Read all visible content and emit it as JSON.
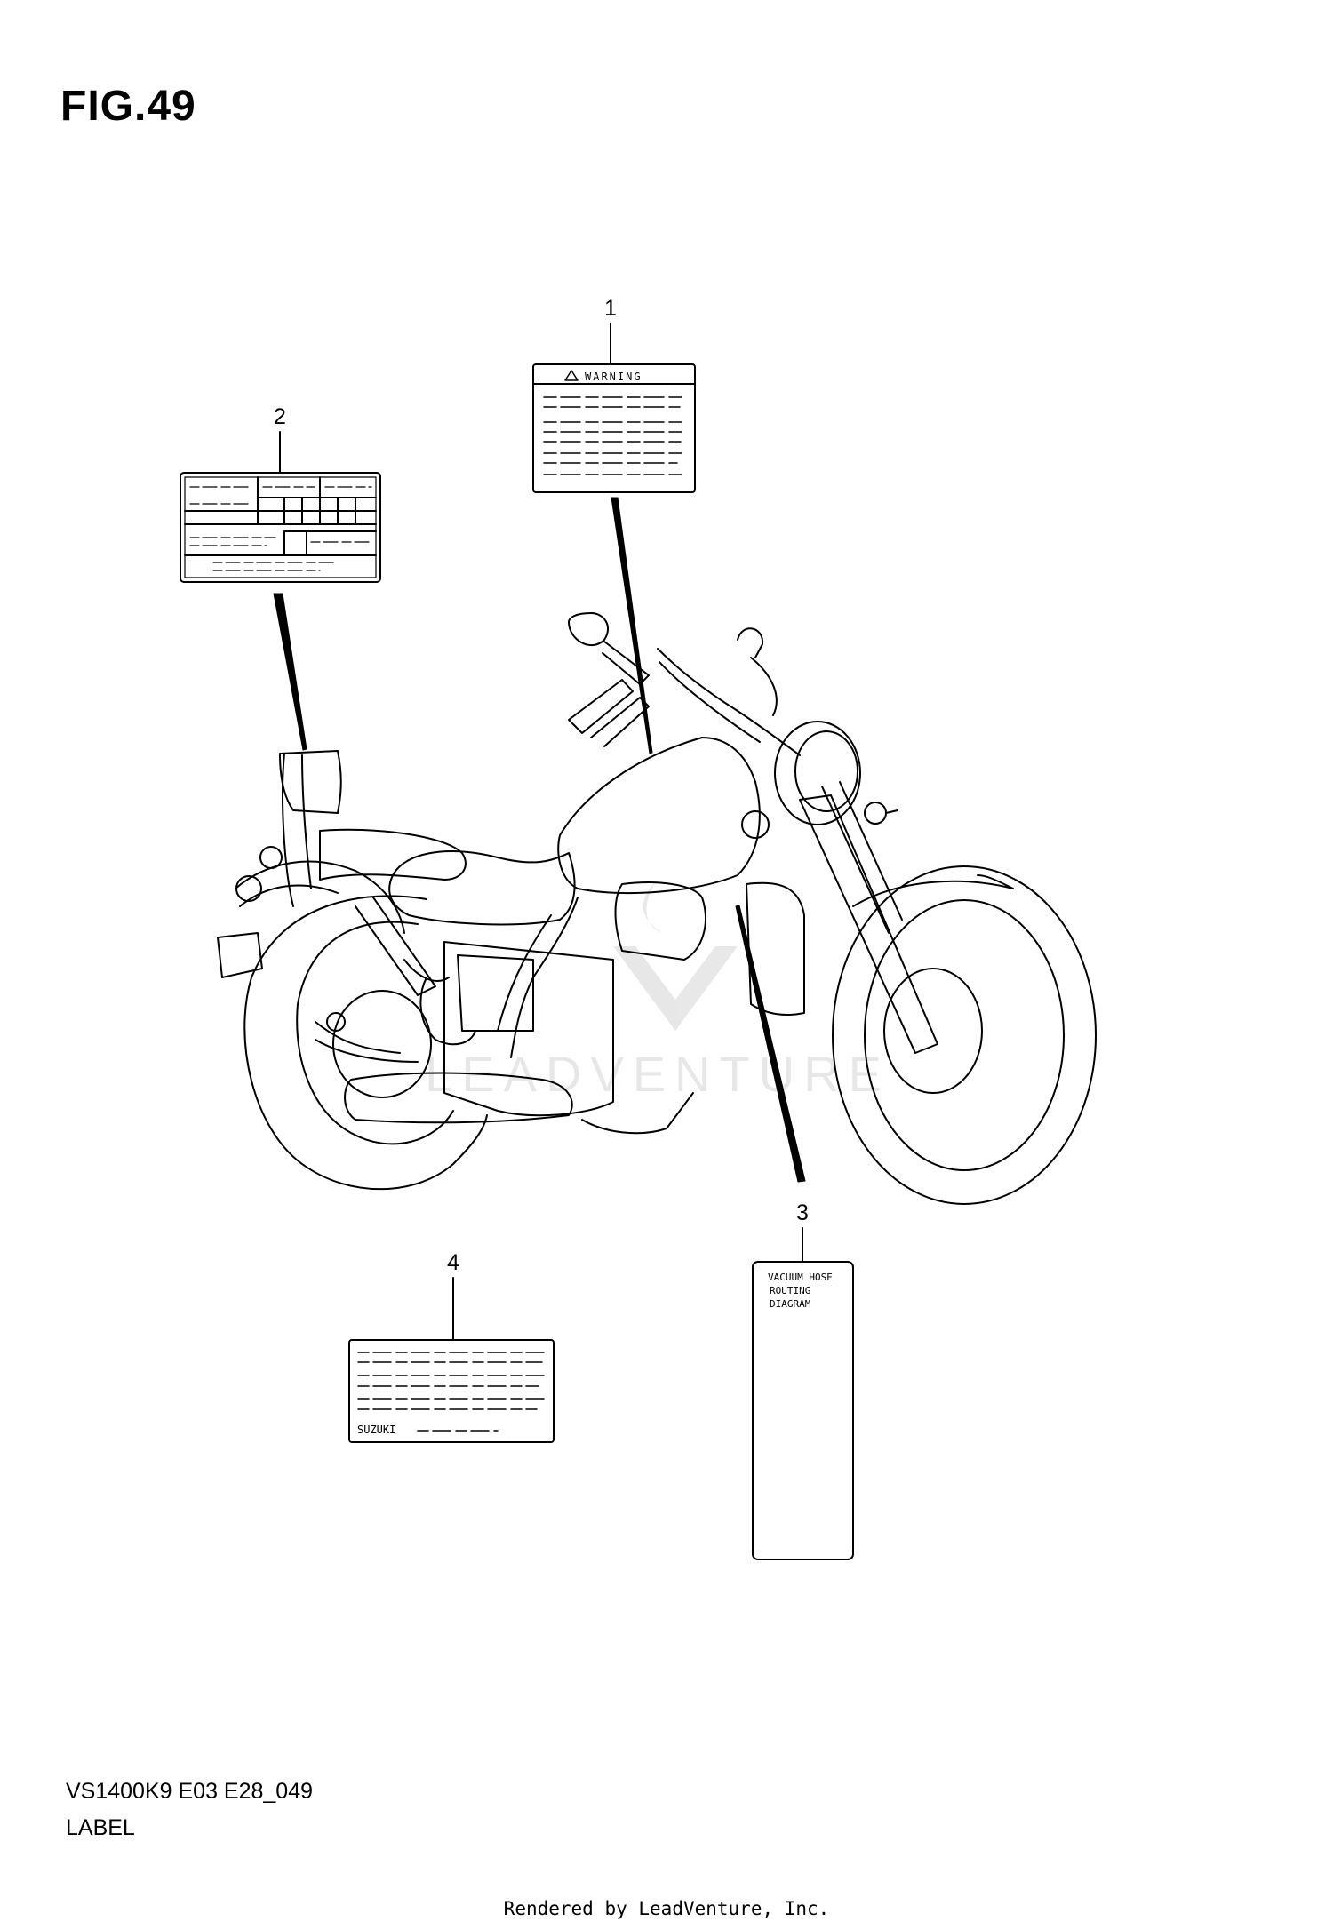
{
  "figure": {
    "title": "FIG.49"
  },
  "callouts": [
    "1",
    "2",
    "3",
    "4"
  ],
  "labels": {
    "warning_heading": "WARNING",
    "vacuum_line1": "VACUUM HOSE",
    "vacuum_line2": "ROUTING",
    "vacuum_line3": "DIAGRAM",
    "brand": "SUZUKI"
  },
  "watermark": "LEADVENTURE",
  "caption": {
    "code": "VS1400K9 E03 E28_049",
    "name": "LABEL"
  },
  "footer": "Rendered by LeadVenture, Inc."
}
